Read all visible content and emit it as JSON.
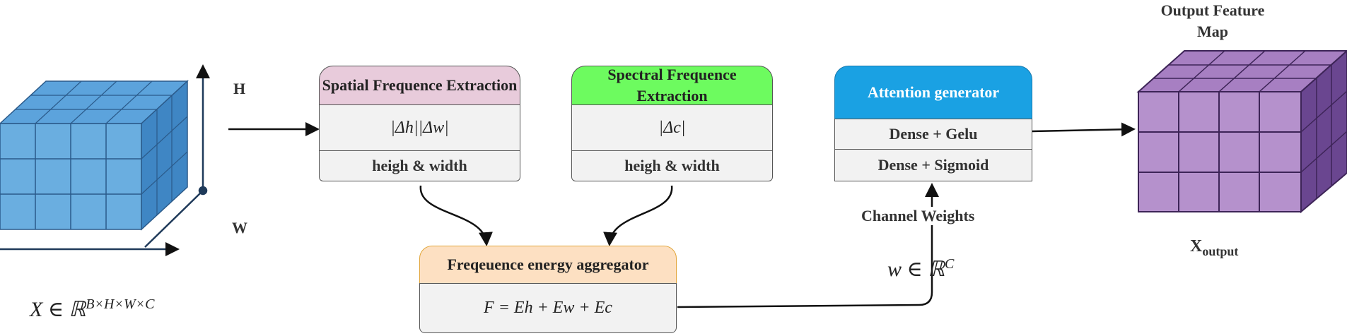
{
  "input": {
    "axis_h": "H",
    "axis_w": "W",
    "formula": "X ∈ ℝ",
    "formula_sup": "B×H×W×C"
  },
  "spatial": {
    "title": "Spatial Frequence Extraction",
    "formula": "|Δh||Δw|",
    "footer": "heigh & width",
    "color": "#e8cbdb"
  },
  "spectral": {
    "title": "Spectral Frequence Extraction",
    "formula": "|Δc|",
    "footer": "heigh & width",
    "color": "#6dfb5f"
  },
  "aggregator": {
    "title": "Freqeuence energy aggregator",
    "formula": "F = Eh + Ew + Ec",
    "color": "#fde0c2"
  },
  "attention": {
    "title": "Attention generator",
    "row1": "Dense + Gelu",
    "row2": "Dense + Sigmoid",
    "color": "#1aa1e3"
  },
  "weights": {
    "label": "Channel Weights",
    "formula": "w ∈ ℝ",
    "formula_sup": "C"
  },
  "output": {
    "title": "Output Feature Map",
    "label_main": "X",
    "label_sub": "output",
    "color": "#b591cc"
  },
  "input_cube_color": "#6aaee0"
}
